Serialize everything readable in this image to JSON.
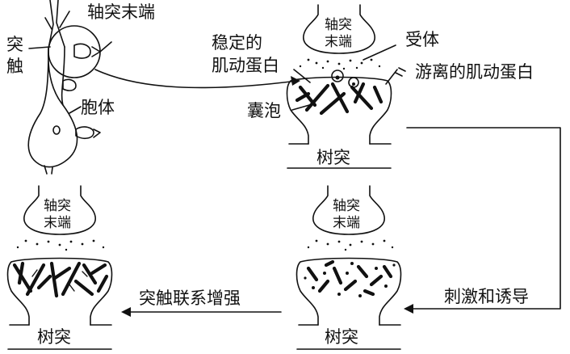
{
  "labels": {
    "axon_terminal": "轴突末端",
    "synapse_line1": "突",
    "synapse_line2": "触",
    "cell_body": "胞体",
    "stable_actin_line1": "稳定的",
    "stable_actin_line2": "肌动蛋白",
    "receptor": "受体",
    "free_actin": "游离的肌动蛋白",
    "vesicle": "囊泡",
    "dendrite": "树突",
    "stimulation": "刺激和诱导",
    "strengthened": "突触联系增强",
    "terminal_line1": "轴突",
    "terminal_line2": "末端"
  }
}
